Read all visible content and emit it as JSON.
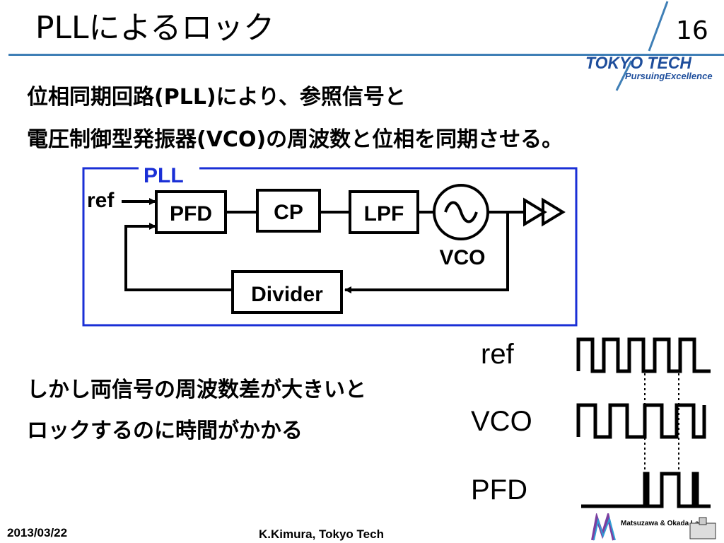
{
  "slide": {
    "title": "PLLによるロック",
    "page_number": "16"
  },
  "logo": {
    "name": "TOKYO TECH",
    "tagline": "PursuingExcellence"
  },
  "body": {
    "line1": "位相同期回路(PLL)により、参照信号と",
    "line2": "電圧制御型発振器(VCO)の周波数と位相を同期させる。",
    "line3": "しかし両信号の周波数差が大きいと",
    "line4": "ロックするのに時間がかかる"
  },
  "diagram": {
    "pll_label": "PLL",
    "ref_label": "ref",
    "blocks": {
      "pfd": "PFD",
      "cp": "CP",
      "lpf": "LPF",
      "vco": "VCO",
      "divider": "Divider"
    }
  },
  "waveforms": {
    "labels": [
      "ref",
      "VCO",
      "PFD"
    ]
  },
  "footer": {
    "date": "2013/03/22",
    "author": "K.Kimura, Tokyo Tech",
    "lab_logo": "Matsuzawa & Okada Lab."
  },
  "colors": {
    "accent_blue": "#1a2fd6",
    "rule_blue": "#3f7fb6",
    "logo_blue": "#1e4e9c"
  }
}
